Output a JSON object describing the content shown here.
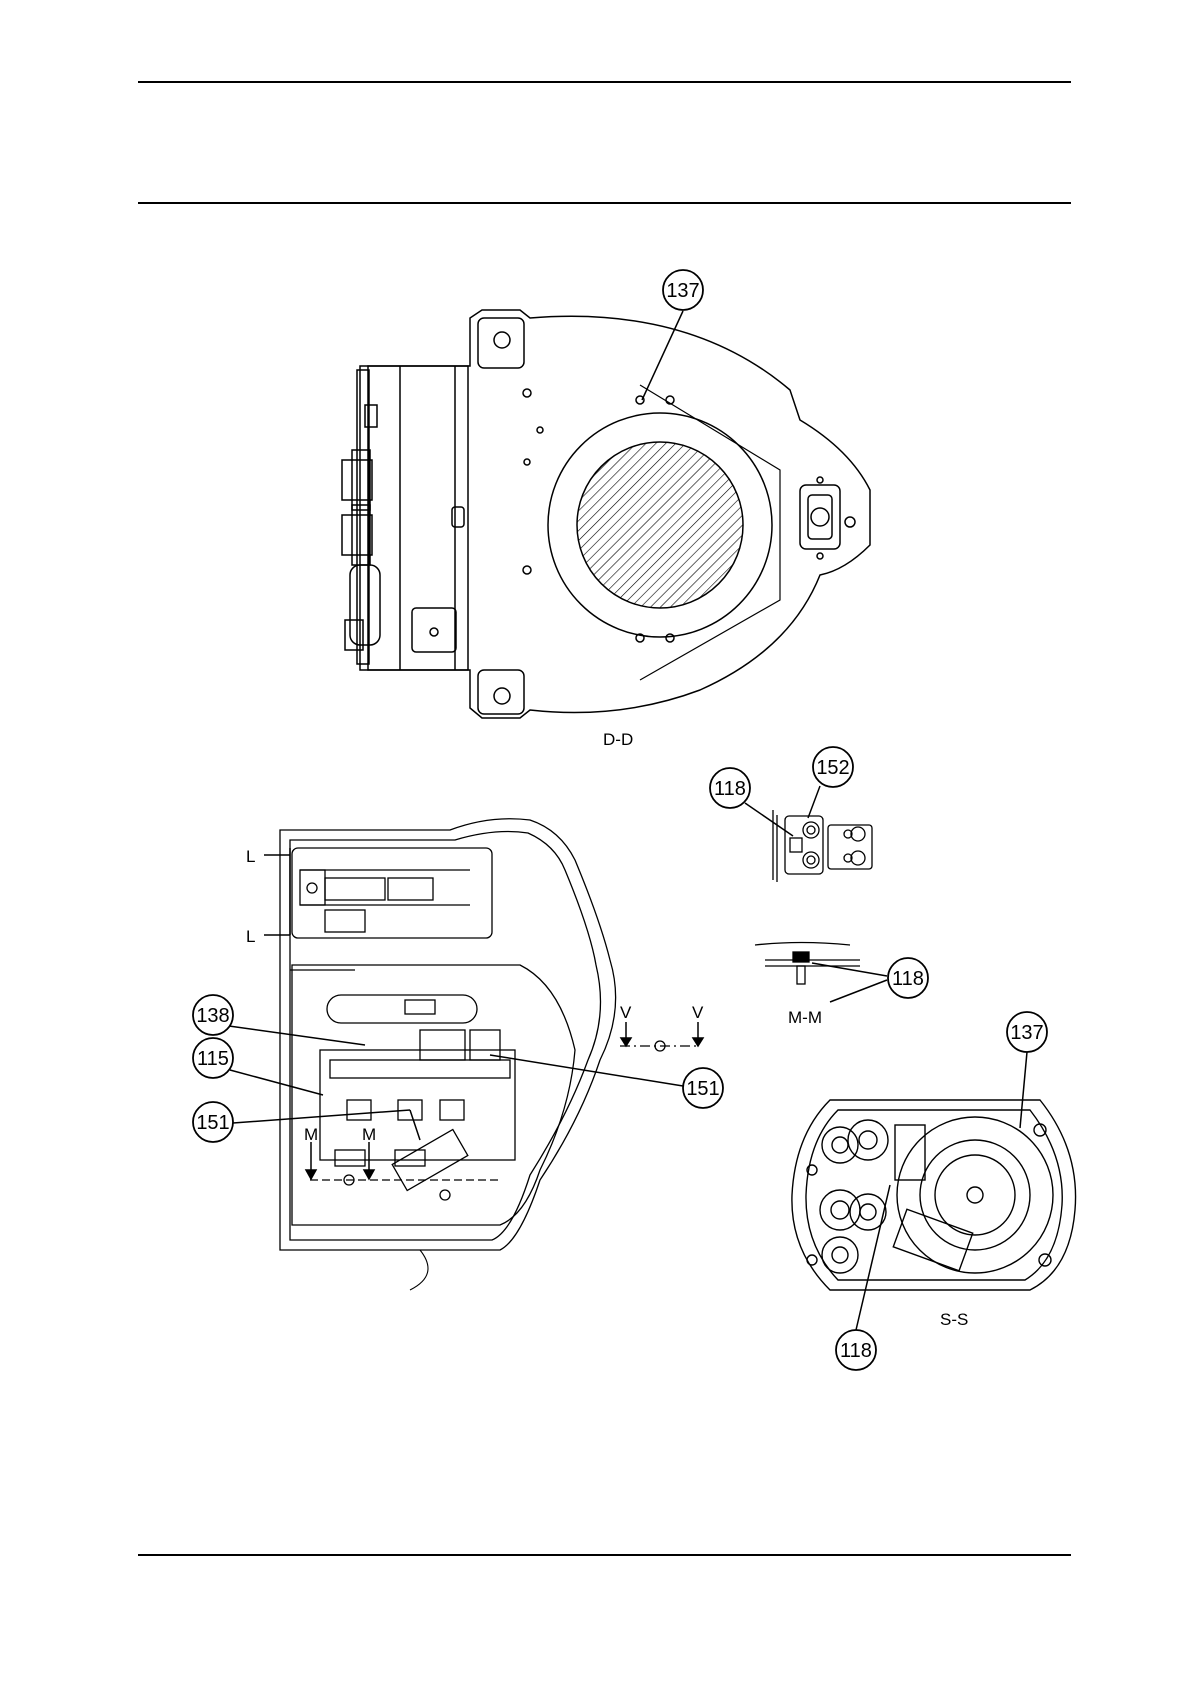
{
  "views": {
    "dd": {
      "caption": "D-D",
      "callouts": [
        "137"
      ]
    },
    "detail_152": {
      "callouts": [
        "118",
        "152"
      ]
    },
    "mm": {
      "caption": "M-M",
      "callouts": [
        "118"
      ]
    },
    "ss": {
      "caption": "S-S",
      "callouts": [
        "137",
        "118"
      ]
    },
    "main": {
      "callouts": [
        "138",
        "115",
        "151",
        "151"
      ],
      "section_marks": [
        "L",
        "L",
        "V",
        "V",
        "M",
        "M"
      ]
    }
  }
}
